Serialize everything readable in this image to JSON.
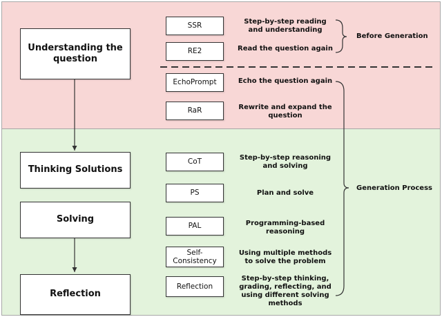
{
  "stages": [
    {
      "id": "understanding",
      "label": "Understanding the question"
    },
    {
      "id": "thinking",
      "label": "Thinking Solutions"
    },
    {
      "id": "solving",
      "label": "Solving"
    },
    {
      "id": "reflection",
      "label": "Reflection"
    }
  ],
  "methods": [
    {
      "name": "SSR",
      "description": "Step-by-step reading and understanding"
    },
    {
      "name": "RE2",
      "description": "Read the question again"
    },
    {
      "name": "EchoPrompt",
      "description": "Echo the question again"
    },
    {
      "name": "RaR",
      "description": "Rewrite and expand the question"
    },
    {
      "name": "CoT",
      "description": "Step-by-step reasoning and solving"
    },
    {
      "name": "PS",
      "description": "Plan and solve"
    },
    {
      "name": "PAL",
      "description": "Programming-based reasoning"
    },
    {
      "name": "Self-Consistency",
      "description": "Using multiple methods to solve the problem"
    },
    {
      "name": "Reflection",
      "description": "Step-by-step thinking, grading, reflecting, and using different solving methods"
    }
  ],
  "groups": {
    "before_generation": "Before Generation",
    "generation_process": "Generation Process"
  },
  "colors": {
    "top_region": "#f8d7d6",
    "bottom_region": "#e3f3dc",
    "border": "#333333"
  }
}
